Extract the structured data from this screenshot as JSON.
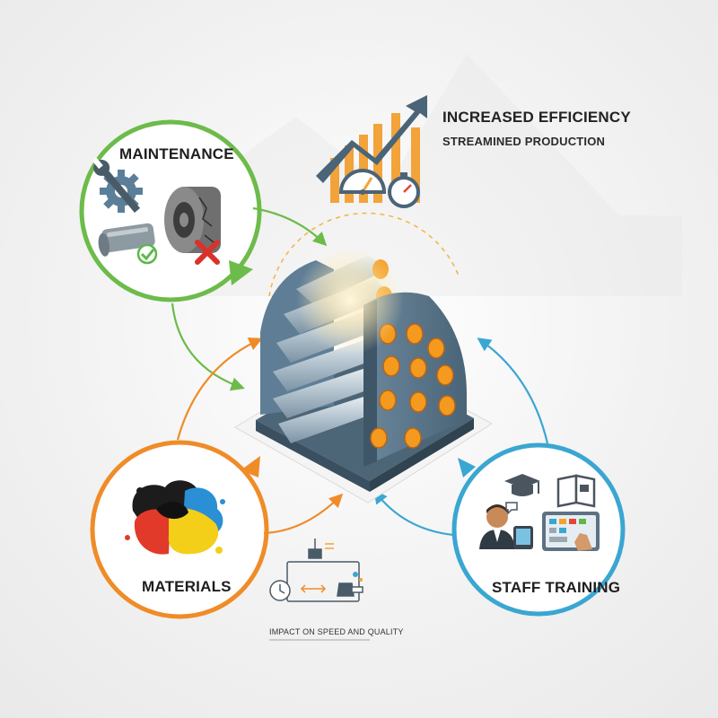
{
  "efficiency": {
    "title": "INCREASED EFFICIENCY",
    "subtitle": "STREAMINED PRODUCTION"
  },
  "factors": {
    "maintenance": {
      "label": "MAINTENANCE",
      "color": "#6dbb4a"
    },
    "materials": {
      "label": "MATERIALS",
      "color": "#ef8c28"
    },
    "staff_training": {
      "label": "STAFF TRAINING",
      "color": "#3aa6d2"
    }
  },
  "impact": {
    "label": "IMPACT ON SPEED AND QUALITY"
  },
  "icons": [
    "gear-wrench-icon",
    "roller-icon",
    "worn-roller-icon",
    "check-icon",
    "cross-icon",
    "paint-splash-icon",
    "trend-arrow-icon",
    "gauge-icon",
    "stopwatch-icon",
    "graduation-cap-icon",
    "book-icon",
    "trainer-icon",
    "tablet-icon",
    "control-panel-icon",
    "clock-icon",
    "swap-arrows-icon",
    "nozzle-icon"
  ],
  "colors": {
    "machine_steel": "#5f7e96",
    "machine_dark": "#3e5668",
    "roller_silver": "#c9d6df",
    "bolt_orange": "#f39a1f",
    "chart_bar_orange": "#f2a33a",
    "chart_arrow": "#4a6478"
  }
}
